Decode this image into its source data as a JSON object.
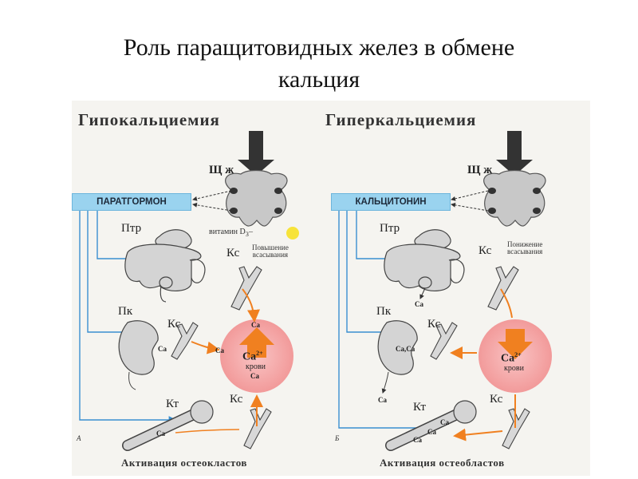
{
  "slide": {
    "title_line1": "Роль паращитовидных желез в обмене",
    "title_line2": "кальция"
  },
  "left": {
    "heading": "Гипокальциемия",
    "thyroid": "Щ ж",
    "hormone": "ПАРАТГОРМОН",
    "intestine": "Птр",
    "vitamin": "витамин D",
    "vitamin_sub": "3",
    "absorption_line1": "Повышение",
    "absorption_line2": "всасывания",
    "kidney": "Пк",
    "bone": "Кт",
    "bone_vessel_1": "Кс",
    "bone_vessel_2": "Кс",
    "bone_vessel_3": "Кс",
    "ca_top": "Са",
    "ca_left": "Са",
    "ca_kidney": "Са",
    "ca_bottom": "Са",
    "ca_bone": "Са",
    "blood_ca": "Са",
    "blood_charge": "2+",
    "blood_word": "крови",
    "caption": "Активация остеокластов",
    "letter": "А"
  },
  "right": {
    "heading": "Гиперкальциемия",
    "thyroid": "Щ ж",
    "hormone": "КАЛЬЦИТОНИН",
    "intestine": "Птр",
    "absorption_line1": "Понижение",
    "absorption_line2": "всасывания",
    "kidney": "Пк",
    "bone": "Кт",
    "vessel_1": "Кс",
    "vessel_2": "Кс",
    "vessel_3": "Кс",
    "ca_intestine": "Са",
    "ca_kidney": "Са,Са",
    "ca_urine": "Са",
    "ca_bone_1": "Са",
    "ca_bone_2": "Са",
    "ca_bone_3": "Са",
    "blood_ca": "Са",
    "blood_charge": "2+",
    "blood_word": "крови",
    "caption": "Активация остеобластов",
    "letter": "Б"
  },
  "colors": {
    "hormone_box": "#9ad3ef",
    "blood_pool": "#f5a7a7",
    "arrow_orange": "#f08020",
    "control_line": "#3a8fd0",
    "vitamin_dot": "#f7e33a"
  }
}
